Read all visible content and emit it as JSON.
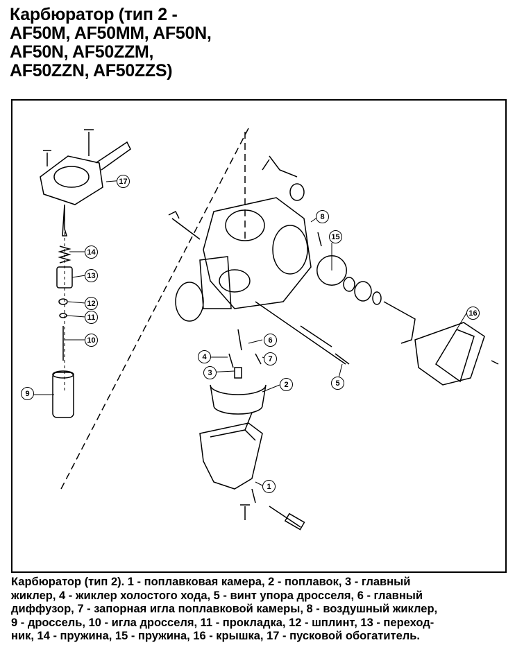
{
  "title": {
    "lines": [
      "Карбюратор (тип 2 -",
      "AF50M, AF50MM, AF50N,",
      "AF50N, AF50ZZM,",
      "AF50ZZN, AF50ZZS)"
    ]
  },
  "figure": {
    "callouts": [
      "1",
      "2",
      "3",
      "4",
      "5",
      "6",
      "7",
      "8",
      "9",
      "10",
      "11",
      "12",
      "13",
      "14",
      "15",
      "16",
      "17"
    ]
  },
  "caption": {
    "lines": [
      "Карбюратор (тип 2). 1 - поплавковая камера, 2 - поплавок, 3 - главный",
      "жиклер, 4 - жиклер холостого хода, 5 - винт упора дросселя, 6 - главный",
      "диффузор, 7 - запорная игла поплавковой камеры, 8 - воздушный жиклер,",
      "9 - дроссель, 10 - игла дросселя, 11 - прокладка, 12 - шплинт, 13 - переход-",
      "ник, 14 - пружина, 15 - пружина, 16 - крышка, 17 - пусковой обогатитель."
    ]
  }
}
